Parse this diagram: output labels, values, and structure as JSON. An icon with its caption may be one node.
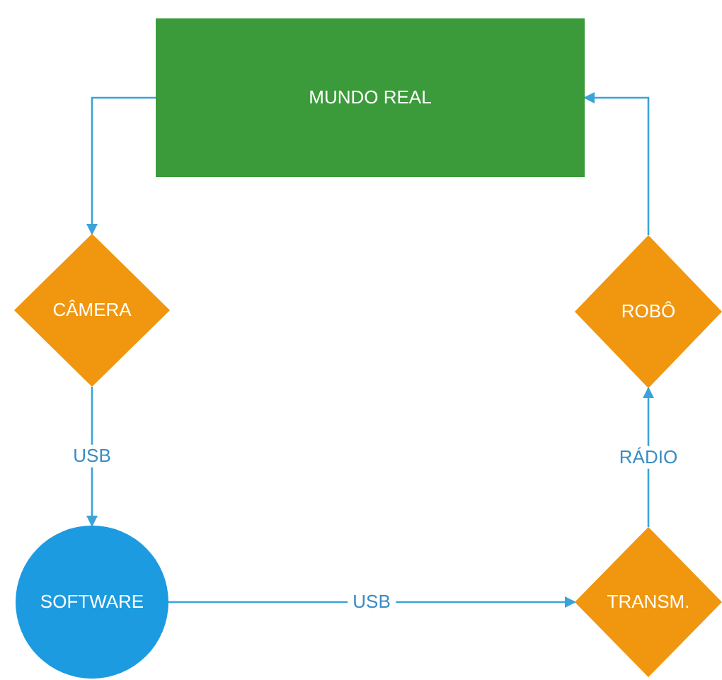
{
  "diagram": {
    "nodes": [
      {
        "text": [
          "MUNDO REAL"
        ]
      },
      {
        "text": [
          "CÂMERA"
        ]
      },
      {
        "text": [
          "ROBÔ"
        ]
      },
      {
        "text": [
          "SOFTWARE"
        ]
      },
      {
        "text": [
          "TRANSM."
        ]
      }
    ],
    "edges": [
      {
        "from": 0,
        "to": 1,
        "arrow": "to"
      },
      {
        "from": 1,
        "to": 3,
        "arrow": "to",
        "label": "USB"
      },
      {
        "from": 3,
        "to": 4,
        "arrow": "to",
        "label": "USB"
      },
      {
        "from": 4,
        "to": 2,
        "arrow": "to",
        "label": "RÁDIO"
      },
      {
        "from": 2,
        "to": 0,
        "arrow": "to"
      }
    ]
  }
}
